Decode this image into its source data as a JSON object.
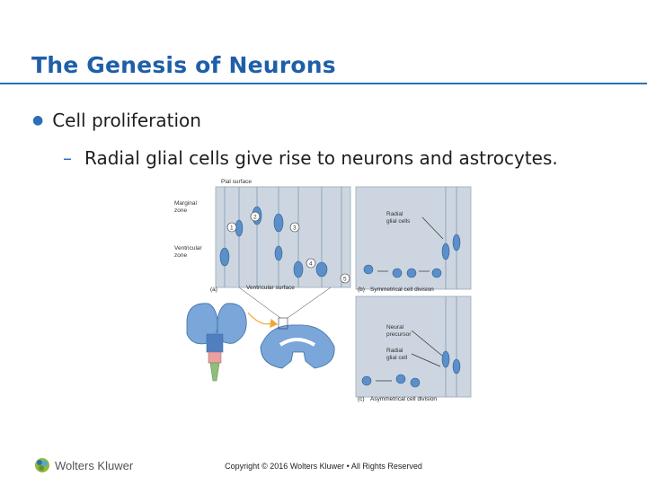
{
  "slide": {
    "title": "The Genesis of Neurons",
    "bullet": "Cell proliferation",
    "sub_bullet": "Radial glial cells give rise to neurons and astrocytes."
  },
  "figure": {
    "labels": {
      "pial_surface": "Pial surface",
      "marginal_zone_1": "Marginal",
      "marginal_zone_2": "zone",
      "ventricular_zone_1": "Ventricular",
      "ventricular_zone_2": "zone",
      "ventricular_surface": "Ventricular surface",
      "radial_glia_1": "Radial",
      "radial_glia_2": "glial cells",
      "neural_precursor_1": "Neural",
      "neural_precursor_2": "precursor",
      "radial_glial_cell_1": "Radial",
      "radial_glial_cell_2": "glial cell",
      "panel_a": "(a)",
      "panel_b": "(b)",
      "panel_b_caption": "Symmetrical cell division",
      "panel_c": "(c)",
      "panel_c_caption": "Asymmetrical cell division",
      "step_1": "1",
      "step_2": "2",
      "step_3": "3",
      "step_4": "4",
      "step_5": "5"
    }
  },
  "footer": {
    "logo_text": "Wolters Kluwer",
    "copyright": "Copyright © 2016 Wolters Kluwer • All Rights Reserved"
  },
  "colors": {
    "title": "#1f5fa8",
    "rule": "#2a6fb7",
    "panel_bg": "#c9d3de",
    "cell_blue": "#5b8fc9",
    "brain_blue": "#7aa6d9",
    "brainstem_pink": "#e8a0a0",
    "spinal_green": "#8fbf7a"
  }
}
